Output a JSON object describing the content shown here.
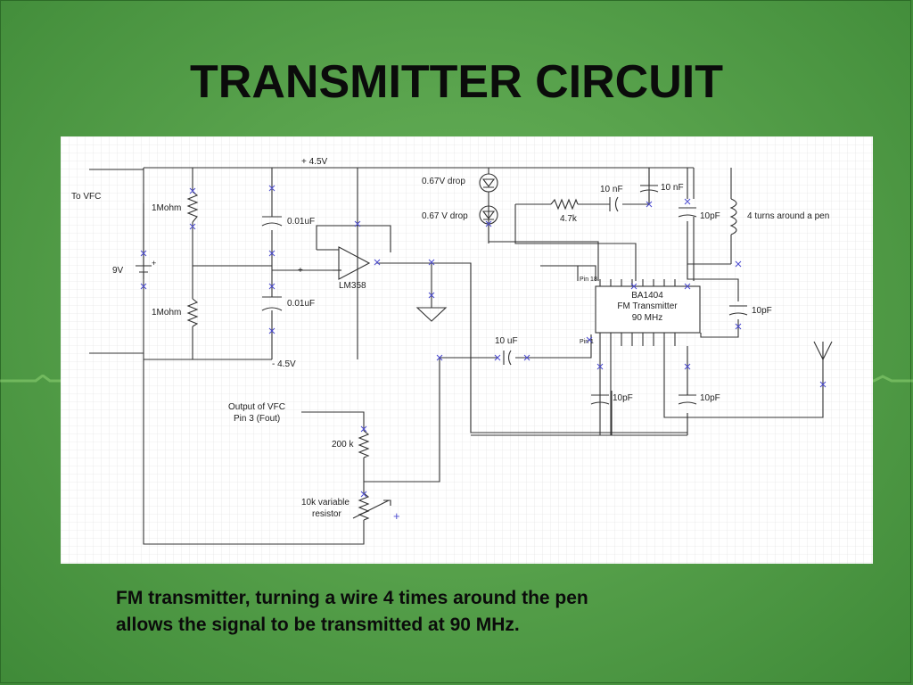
{
  "slide": {
    "title": "TRANSMITTER CIRCUIT",
    "caption_line1": "FM transmitter, turning a wire 4 times around the pen",
    "caption_line2": "allows the signal to be transmitted at 90 MHz."
  },
  "colors": {
    "background": "#58a24c",
    "title_text": "#0b0b0b",
    "wire": "#333333",
    "grid": "#dcdcdc",
    "node_marker": "#4a4ad0"
  },
  "diagram": {
    "labels": {
      "to_vfc": "To VFC",
      "plus_supply": "+ 4.5V",
      "minus_supply": "- 4.5V",
      "battery": "9V",
      "battery_plus": "+",
      "r_top": "1Mohm",
      "r_bottom": "1Mohm",
      "c_top": "0.01uF",
      "c_bottom": "0.01uF",
      "opamp": "LM358",
      "opamp_plus": "+",
      "diode1": "0.67V  drop",
      "diode2": "0.67 V drop",
      "r_47k": "4.7k",
      "c_10nf_1": "10 nF",
      "c_10nf_2": "10 nF",
      "c_10pf_1": "10pF",
      "coil": "4 turns around a pen",
      "pin18": "Pin 18",
      "chip_line1": "BA1404",
      "chip_line2": "FM Transmitter",
      "chip_line3": "90 MHz",
      "pin1": "Pin 1",
      "c_10pf_2": "10pF",
      "c_10uf": "10 uF",
      "c_10pf_3": "10pF",
      "c_10pf_4": "10pF",
      "vfc_out_line1": "Output of VFC",
      "vfc_out_line2": "Pin 3 (Fout)",
      "r_200k": "200 k",
      "pot_line1": "10k variable",
      "pot_line2": "resistor",
      "cursor_plus": "+"
    }
  }
}
